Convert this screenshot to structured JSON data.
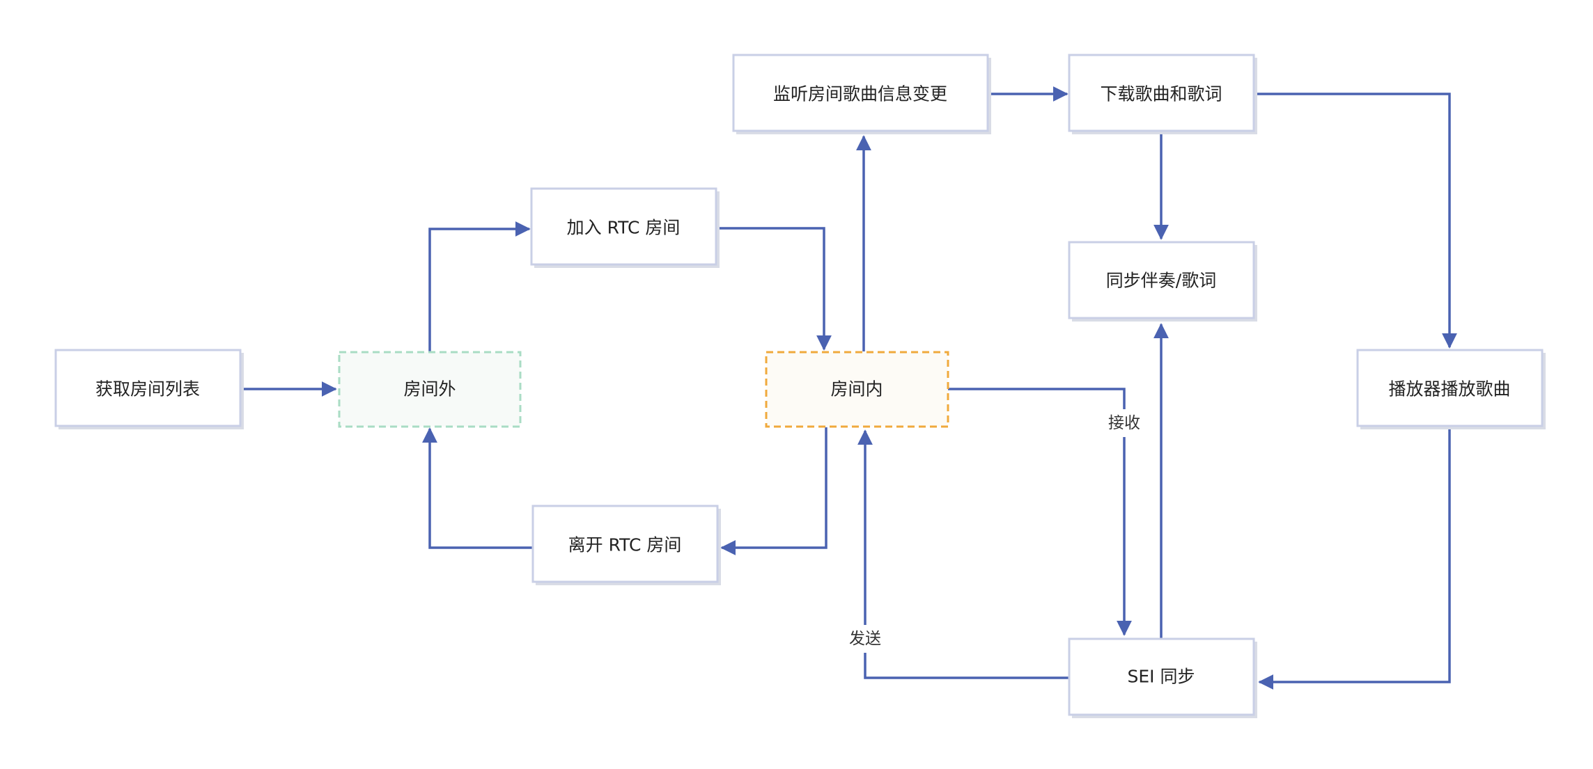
{
  "diagram": {
    "nodes": {
      "get_room_list": "获取房间列表",
      "outside_room": "房间外",
      "join_rtc_room": "加入 RTC 房间",
      "leave_rtc_room": "离开 RTC 房间",
      "inside_room": "房间内",
      "listen_song_change": "监听房间歌曲信息变更",
      "download_song_lyrics": "下载歌曲和歌词",
      "sync_accompaniment_lyrics": "同步伴奏/歌词",
      "player_play_song": "播放器播放歌曲",
      "sei_sync": "SEI 同步"
    },
    "edge_labels": {
      "receive": "接收",
      "send": "发送"
    },
    "colors": {
      "edge": "#4a62b1",
      "node_border": "#c9cfe6",
      "outside_border": "#a9dcc4",
      "inside_border": "#f0aa3c"
    }
  }
}
